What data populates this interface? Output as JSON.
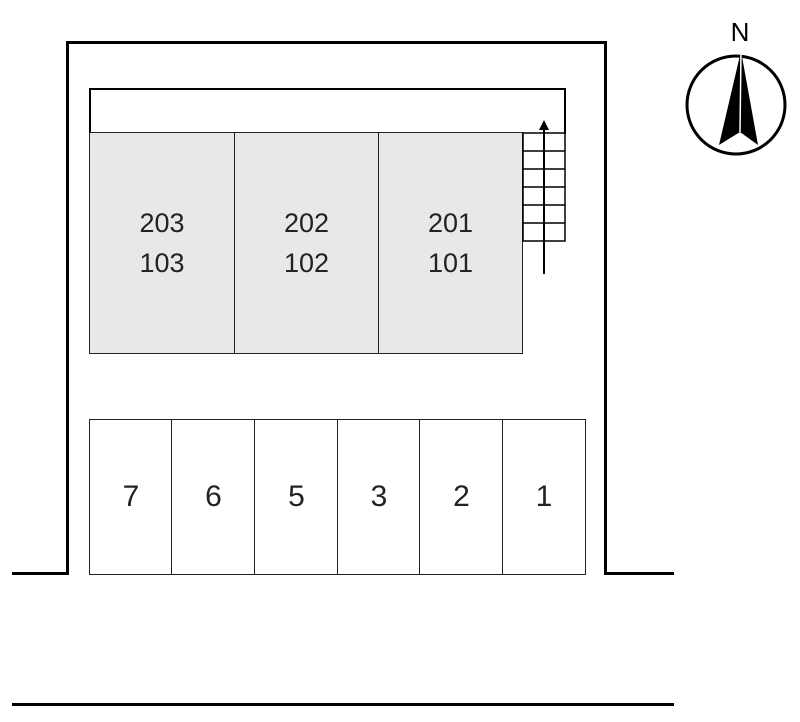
{
  "compass": {
    "label": "N",
    "icon": "north-arrow-icon"
  },
  "units": [
    {
      "upper": "203",
      "lower": "103"
    },
    {
      "upper": "202",
      "lower": "102"
    },
    {
      "upper": "201",
      "lower": "101"
    }
  ],
  "parking": [
    "7",
    "6",
    "5",
    "3",
    "2",
    "1"
  ],
  "colors": {
    "unit_fill": "#e8e8e8",
    "line": "#000000"
  }
}
